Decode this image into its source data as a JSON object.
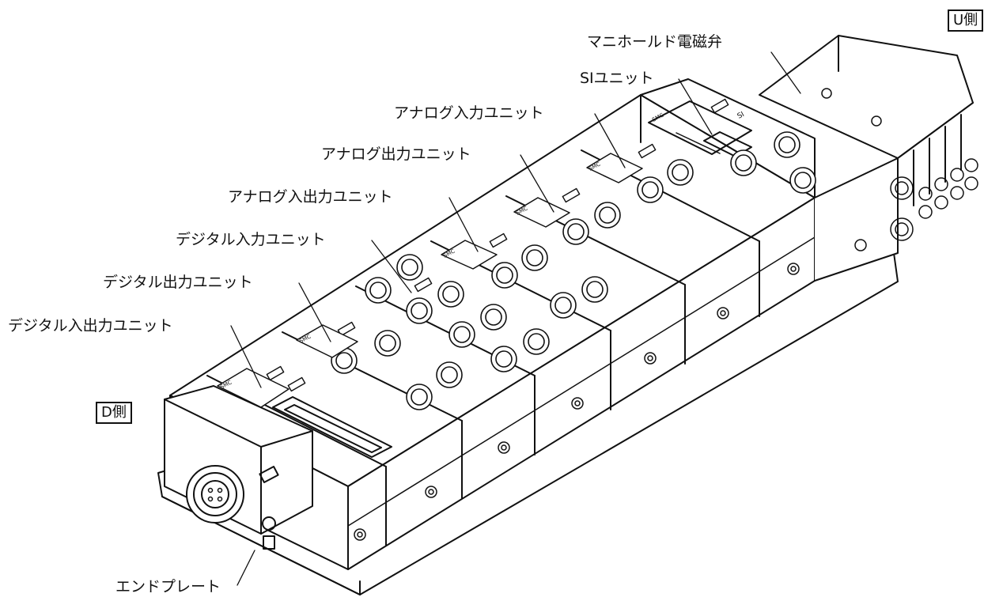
{
  "side_tags": {
    "u_side": "U側",
    "d_side": "D側"
  },
  "callouts": {
    "manifold_valve": "マニホールド電磁弁",
    "si_unit": "SIユニット",
    "analog_input_unit": "アナログ入力ユニット",
    "analog_output_unit": "アナログ出力ユニット",
    "analog_io_unit": "アナログ入出力ユニット",
    "digital_input_unit": "デジタル入力ユニット",
    "digital_output_unit": "デジタル出力ユニット",
    "digital_io_unit": "デジタル入出力ユニット",
    "end_plate": "エンドプレート"
  },
  "panel_text": {
    "brand": "SMC",
    "si_label": "SI"
  },
  "colors": {
    "line": "#111111",
    "body_fill": "#ffffff",
    "shade": "#e6e6e6"
  }
}
